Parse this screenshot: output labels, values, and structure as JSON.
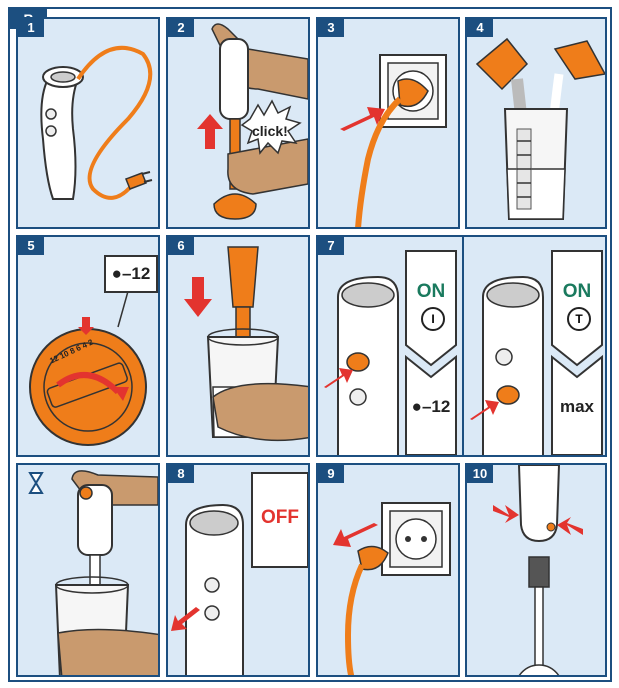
{
  "section": "B",
  "steps": {
    "s1": "1",
    "s2": "2",
    "s3": "3",
    "s4": "4",
    "s5": "5",
    "s6": "6",
    "s7": "7",
    "s8": "8",
    "s9": "9",
    "s10": "10"
  },
  "click_label": "click!",
  "speed_setting": "●–12",
  "dial_marks": [
    "12",
    "10",
    "8",
    "6",
    "4",
    "2"
  ],
  "on_label": "ON",
  "on_symbol_normal": "I",
  "on_symbol_turbo": "T",
  "speed_box_label": "●–12",
  "max_label": "max",
  "off_label": "OFF",
  "icons": [
    "hourglass-icon",
    "red-arrow-icon",
    "power-plug-icon",
    "wall-socket-icon"
  ],
  "colors": {
    "frame": "#1c4f80",
    "panel_bg": "#dbe9f6",
    "orange": "#ef7d1a",
    "red": "#e3342f",
    "green": "#1a7a5e"
  }
}
